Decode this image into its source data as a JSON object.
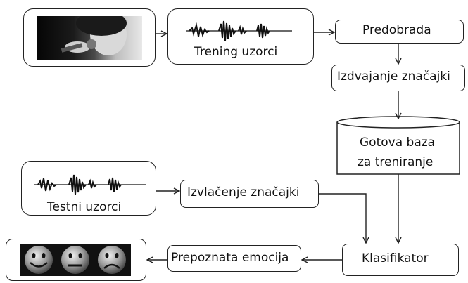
{
  "nodes": {
    "trening_uzorci": "Trening uzorci",
    "predobrada": "Predobrada",
    "izdvajanje_znacajki": "Izdvajanje značajki",
    "gotova_baza_line1": "Gotova baza",
    "gotova_baza_line2": "za treniranje",
    "testni_uzorci": "Testni uzorci",
    "izvlacenje_znacajki": "Izvlačenje značajki",
    "klasifikator": "Klasifikator",
    "prepoznata_emocija": "Prepoznata emocija"
  },
  "icons": {
    "singer_photo": "singer-photo",
    "waveform": "audio-waveform-icon",
    "faces": [
      "happy-face-icon",
      "neutral-face-icon",
      "sad-face-icon"
    ]
  },
  "colors": {
    "line": "#222222",
    "background": "#ffffff"
  }
}
